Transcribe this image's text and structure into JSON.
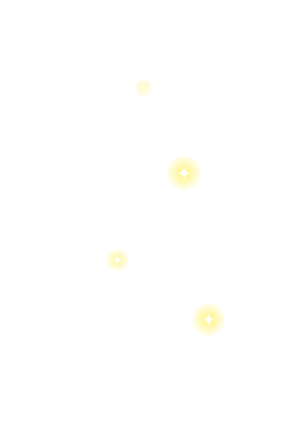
{
  "scene": {
    "background_color": "#ffffff",
    "glow_color": "#fff27a",
    "core_color": "#ffffff",
    "icon": "four-point-star-icon"
  },
  "sparkles": [
    {
      "name": "sparkle-small-top",
      "brightness": 0.55
    },
    {
      "name": "sparkle-large-upper-right",
      "brightness": 1.0
    },
    {
      "name": "sparkle-medium-left",
      "brightness": 0.8
    },
    {
      "name": "sparkle-large-lower-right",
      "brightness": 1.0
    }
  ]
}
